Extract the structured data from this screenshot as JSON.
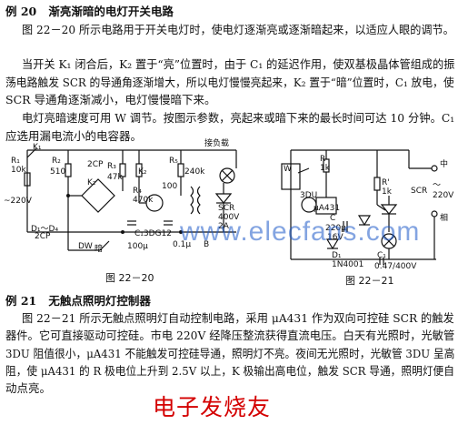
{
  "ex20": {
    "number": "例 20",
    "title": "渐亮渐暗的电灯开关电路",
    "para1_lines": [
      "图 22－20 所示电路用于开关电灯时，使电灯逐渐亮或逐渐暗起来，以适应人眼的调节。",
      "当开关 K₁ 闭合后，K₂ 置于“亮”位置时，由于 C₁ 的延迟作用，使双基极晶体管组成的振",
      "荡电路触发 SCR 的导通角逐渐增大，所以电灯慢慢亮起来，K₂ 置于“暗”位置时，C₁ 放电，使",
      "SCR 导通角逐渐减小，电灯慢慢暗下来。"
    ],
    "para2_lines": [
      "电灯亮暗速度可用 W 调节。按图示参数，亮起来或暗下来的最长时间可达 10 分钟。C₁",
      "应选用漏电流小的电容器。"
    ]
  },
  "fig20": {
    "caption": "图 22－20",
    "labels": {
      "k1": "K₁",
      "load": "接负载",
      "r1": "R₁",
      "r1v": "10k",
      "r2": "R₂",
      "r2v": "510",
      "cp2": "2CP",
      "r3": "R₃",
      "r3v": "47k",
      "r4": "R₄",
      "r4v": "470k",
      "r5": "R₅",
      "r5v": "240k",
      "r6v": "100",
      "src": "~220V",
      "d": "D₁～D₄",
      "dcp": "2CP",
      "dw": "DW",
      "dark": "暗",
      "c1v": "100μ",
      "c1": "C₁3DG12",
      "c2v": "0.1μ",
      "b": "B",
      "scr": "SCR",
      "scrv": "400V",
      "amp": "2A",
      "k2": "K₂",
      "k2b": "K₂"
    }
  },
  "fig21": {
    "caption": "图 22－21",
    "labels": {
      "w": "W",
      "r": "R",
      "rv": "1k",
      "dz": "3DU",
      "ic": "μA431",
      "rp": "R'",
      "rpv": "1k",
      "c": "C",
      "cv": "220μ",
      "cvv": "16V",
      "d1": "D₁",
      "d1v": "1N4001",
      "c1": "C₁",
      "c1v": "0.47/400V",
      "scr": "SCR",
      "zhong": "中",
      "xiang": "相",
      "v": "220V",
      "tilde": "～"
    }
  },
  "ex21": {
    "number": "例 21",
    "title": "无触点照明灯控制器",
    "lines": [
      "图 22－21 所示无触点照明灯自动控制电路，采用 μA431 作为双向可控硅 SCR 的触发",
      "器件。它可直接驱动可控硅。市电 220V 经降压整流获得直流电压。白天有光照时，光敏管",
      "3DU 阻值很小，μA431 不能触发可控硅导通，照明灯不亮。夜间无光照时，光敏管 3DU 呈高",
      "阻，使 μA431 的 R 极电位上升到 2.5V 以上，K 极输出高电位，触发 SCR 导通，照明灯便自",
      "动点亮。"
    ]
  },
  "watermark": "www.elecfans.com",
  "brand": "电子发烧友"
}
